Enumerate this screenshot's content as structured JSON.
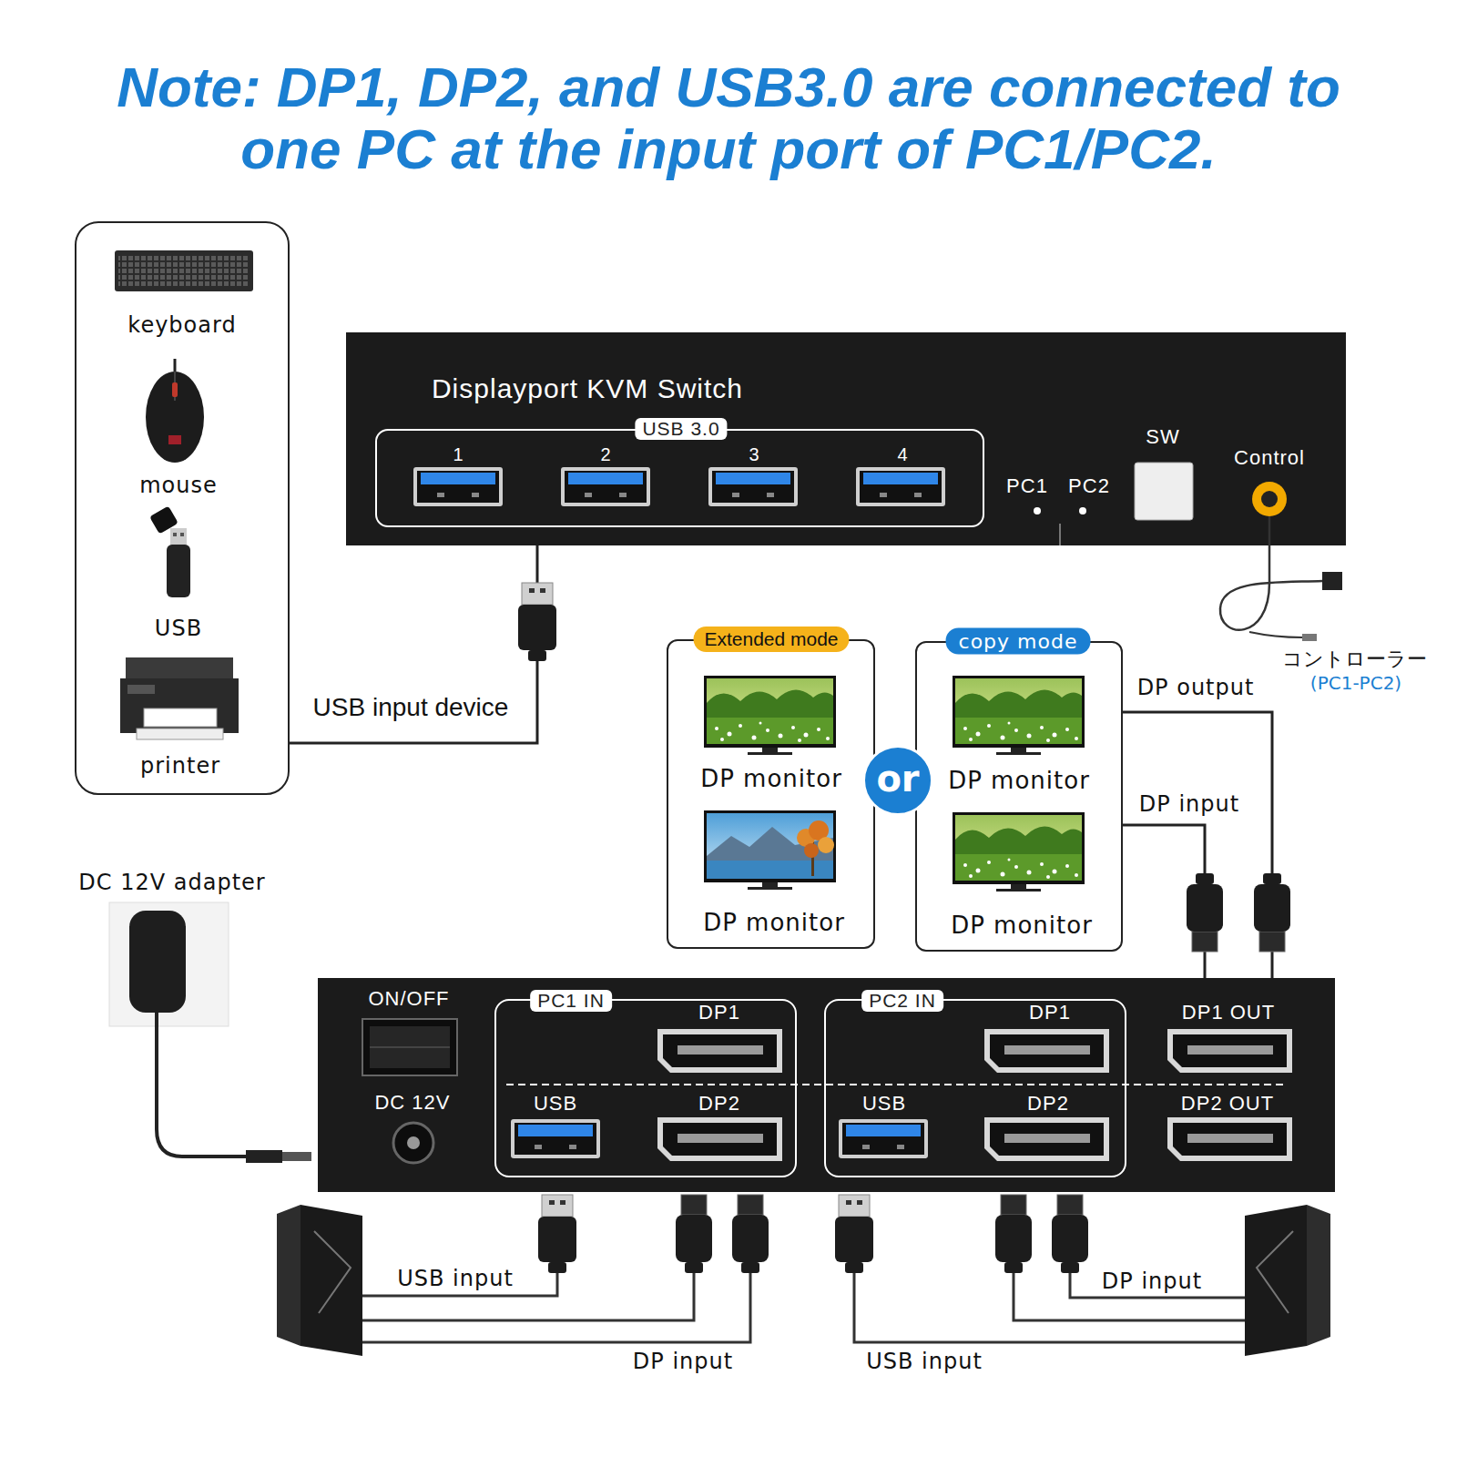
{
  "diagram": {
    "title": "Note: DP1, DP2, and USB3.0 are connected to one PC at the input port of PC1/PC2.",
    "nodes": [
      {
        "text": [
          "keyboard",
          "mouse",
          "USB",
          "printer"
        ]
      },
      {
        "text": [
          "Displayport KVM Switch",
          "PC1",
          "PC2",
          "SW",
          "Control"
        ]
      },
      {
        "text": [
          "USB 3.0",
          "1",
          "2",
          "3",
          "4"
        ],
        "in": 1
      },
      {
        "text": [
          "Extended mode",
          "DP monitor",
          "DP monitor"
        ]
      },
      {
        "text": [
          "or"
        ]
      },
      {
        "text": [
          "copy mode",
          "DP monitor",
          "DP monitor"
        ]
      },
      {
        "text": [
          "ON/OFF",
          "DC 12V",
          "DP1 OUT",
          "DP2 OUT"
        ]
      },
      {
        "text": [
          "PC1 IN",
          "DP1",
          "USB",
          "DP2"
        ],
        "in": 6
      },
      {
        "text": [
          "PC2 IN",
          "DP1",
          "USB",
          "DP2"
        ],
        "in": 6
      }
    ],
    "edges": [
      {
        "from": 0,
        "to": 1,
        "arrow": "none",
        "label": "USB input device"
      },
      {
        "from": 5,
        "to": 6,
        "arrow": "none",
        "label": "DP output"
      },
      {
        "from": 5,
        "to": 6,
        "arrow": "none",
        "label": "DP input"
      }
    ],
    "labels": [
      "コントローラー",
      "(PC1-PC2)",
      "DC 12V adapter",
      "USB input",
      "DP input",
      "USB input",
      "DP input"
    ]
  }
}
